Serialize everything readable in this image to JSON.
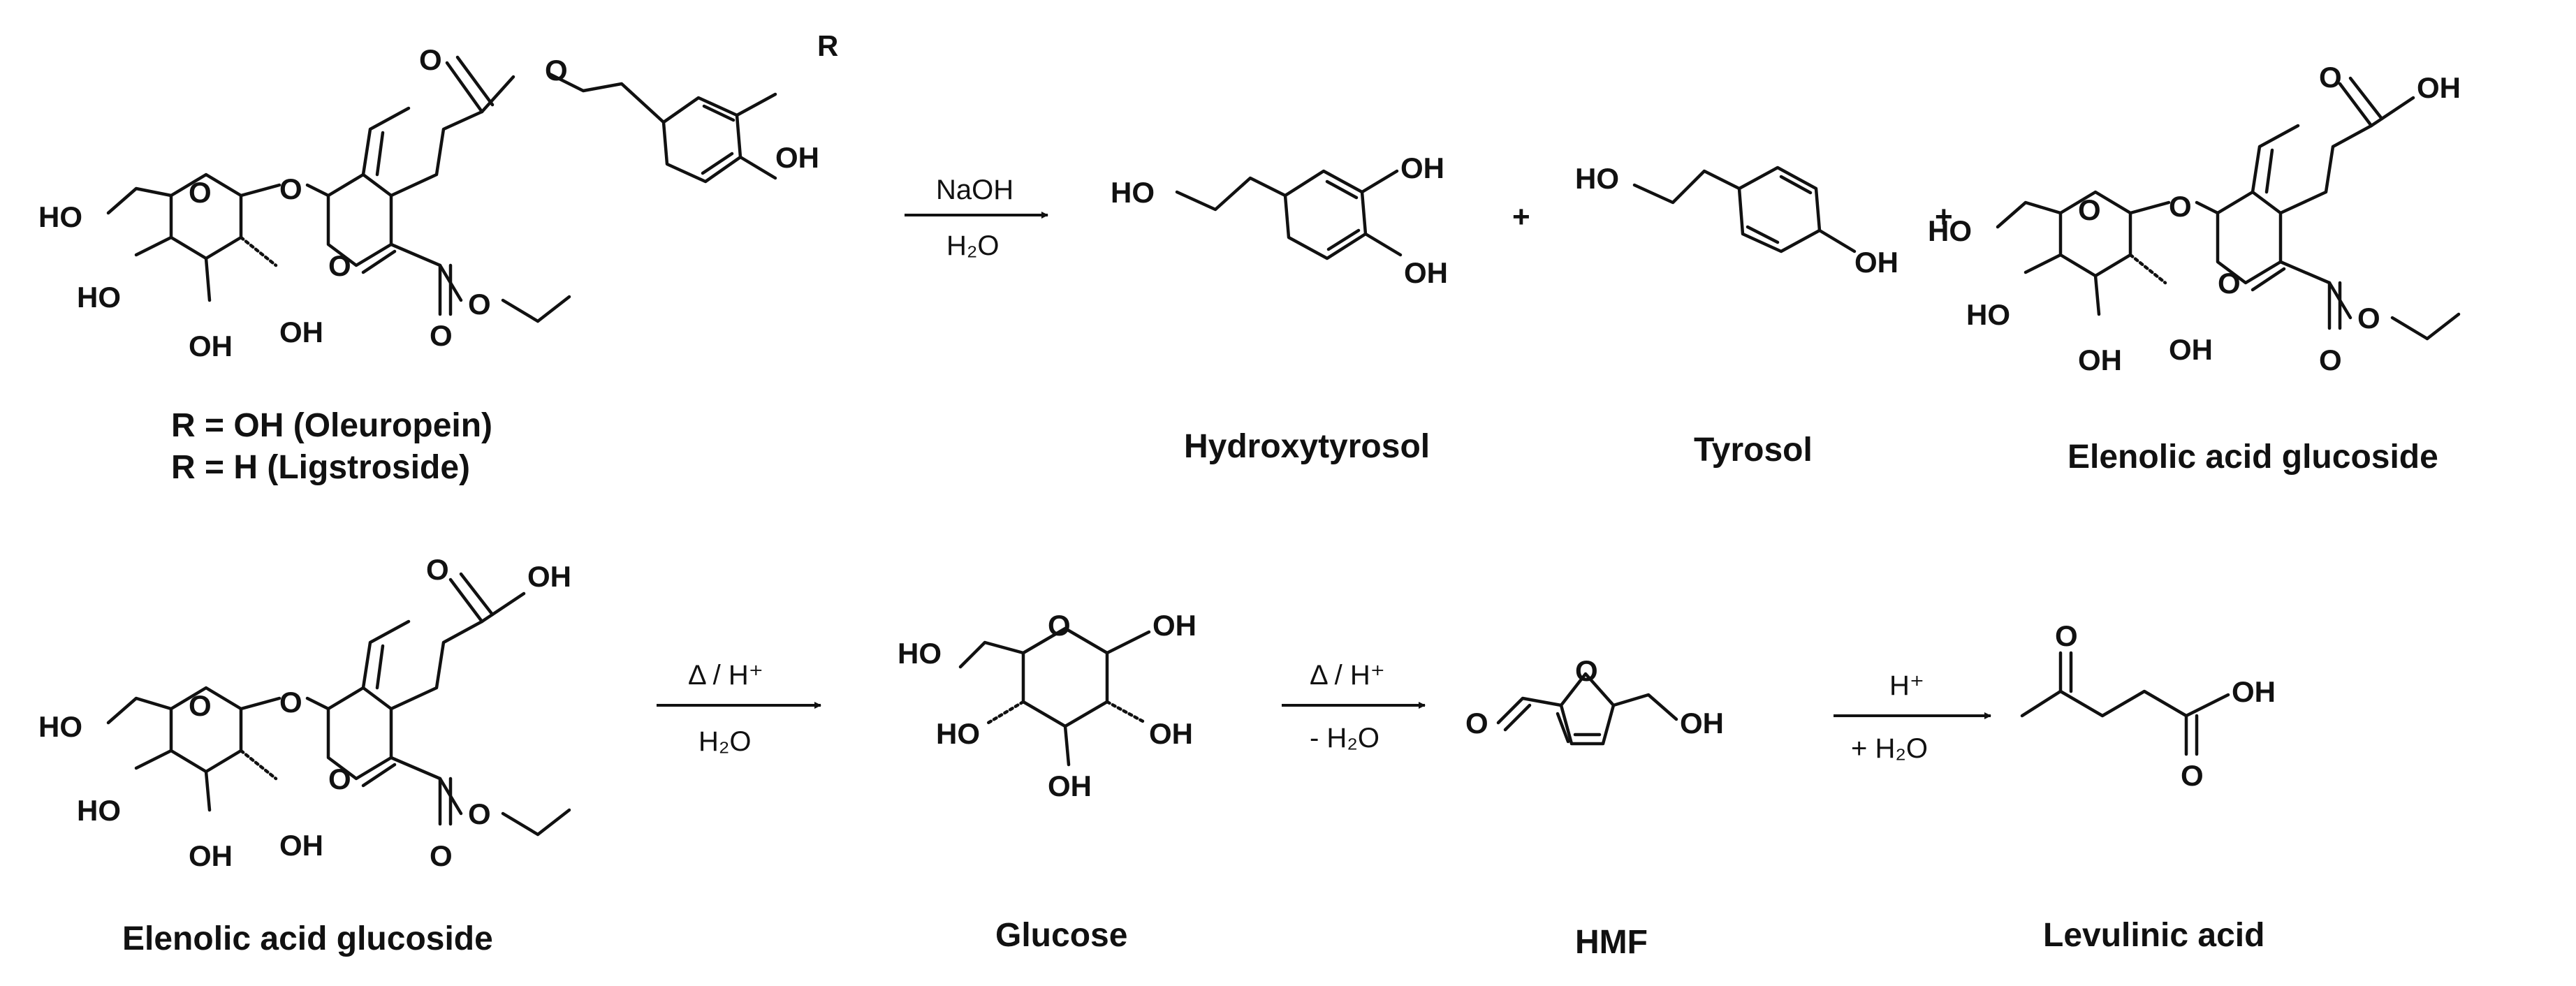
{
  "atoms": {
    "O": "O",
    "OH": "OH",
    "HO": "HO",
    "R": "R"
  },
  "reactions": {
    "r1": {
      "top": "NaOH",
      "bottom": "H₂O"
    },
    "r2": {
      "top": "Δ / H⁺",
      "bottom": "H₂O"
    },
    "r3": {
      "top": "Δ / H⁺",
      "bottom": "- H₂O"
    },
    "r4": {
      "top": "H⁺",
      "bottom": "+ H₂O"
    }
  },
  "plus_sign": "+",
  "captions": {
    "oleuropein": "R = OH (Oleuropein)",
    "ligstroside": "R = H (Ligstroside)",
    "hydroxytyrosol": "Hydroxytyrosol",
    "tyrosol": "Tyrosol",
    "elenolic_top": "Elenolic acid glucoside",
    "elenolic_bottom": "Elenolic acid glucoside",
    "glucose": "Glucose",
    "hmf": "HMF",
    "levulinic": "Levulinic acid"
  }
}
